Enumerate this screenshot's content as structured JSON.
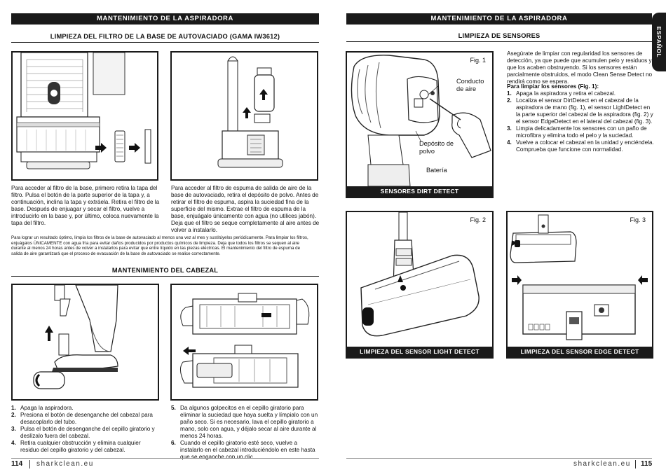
{
  "left": {
    "header": "MANTENIMIENTO DE LA ASPIRADORA",
    "filter_heading": "LIMPIEZA DEL FILTRO DE LA BASE DE AUTOVACIADO (GAMA IW3612)",
    "filter_text_1": "Para acceder al filtro de la base, primero retira la tapa del filtro. Pulsa el botón de la parte superior de la tapa y, a continuación, inclina la tapa y extráela. Retira el filtro de la base. Después de enjuagar y secar el filtro, vuelve a introducirlo en la base y, por último, coloca nuevamente la tapa del filtro.",
    "filter_text_2": "Para acceder al filtro de espuma de salida de aire de la base de autovaciado, retira el depósito de polvo. Antes de retirar el filtro de espuma, aspira la suciedad fina de la superficie del mismo. Extrae el filtro de espuma de la base, enjuágalo únicamente con agua (no utilices jabón). Deja que el filtro se seque completamente al aire antes de volver a instalarlo.",
    "filter_note": "Para lograr un resultado óptimo, limpia los filtros de la base de autovaciado al menos una vez al mes y sustitúyelos periódicamente. Para limpiar los filtros, enjuágalos ÚNICAMENTE con agua fría para evitar daños producidos por productos químicos de limpieza. Deja que todos los filtros se sequen al aire durante al menos 24 horas antes de volver a instalarlos para evitar que entre líquido en las piezas eléctricas. El mantenimiento del filtro de espuma de salida de aire garantizará que el proceso de evacuación de la base de autovaciado se realice correctamente.",
    "head_heading": "MANTENIMIENTO DEL CABEZAL",
    "steps_a": [
      {
        "n": "1.",
        "t": "Apaga la aspiradora."
      },
      {
        "n": "2.",
        "t": "Presiona el botón de desenganche del cabezal para desacoplarlo del tubo."
      },
      {
        "n": "3.",
        "t": "Pulsa el botón de desenganche del cepillo giratorio y deslízalo fuera del cabezal."
      },
      {
        "n": "4.",
        "t": "Retira cualquier obstrucción y elimina cualquier residuo del cepillo giratorio y del cabezal."
      }
    ],
    "steps_b": [
      {
        "n": "5.",
        "t": "Da algunos golpecitos en el cepillo giratorio para eliminar la suciedad que haya suelta y límpialo con un paño seco. Si es necesario, lava el cepillo giratorio a mano, solo con agua, y déjalo secar al aire durante al menos 24 horas."
      },
      {
        "n": "6.",
        "t": "Cuando el cepillo giratorio esté seco, vuelve a instalarlo en el cabezal introduciéndolo en este hasta que se enganche con un clic."
      }
    ],
    "page_number": "114",
    "site": "sharkclean.eu"
  },
  "right": {
    "header": "MANTENIMIENTO DE LA ASPIRADORA",
    "sensors_heading": "LIMPIEZA DE SENSORES",
    "intro": "Asegúrate de limpiar con regularidad los sensores de detección, ya que puede que acumulen pelo y residuos y que los acaben obstruyendo. Si los sensores están parcialmente obstruidos, el modo Clean Sense Detect no rendirá como se espera.",
    "steps_title": "Para limpiar los sensores (Fig. 1):",
    "steps": [
      {
        "n": "1.",
        "t": "Apaga la aspiradora y retira el cabezal."
      },
      {
        "n": "2.",
        "t": "Localiza el sensor DirtDetect en el cabezal de la aspiradora de mano (fig. 1), el sensor LightDetect en la parte superior del cabezal de la aspiradora (fig. 2) y el sensor EdgeDetect en el lateral del cabezal (fig. 3)."
      },
      {
        "n": "3.",
        "t": "Limpia delicadamente los sensores con un paño de microfibra y elimina todo el pelo y la suciedad."
      },
      {
        "n": "4.",
        "t": "Vuelve a colocar el cabezal en la unidad y enciéndela. Comprueba que funcione con normalidad."
      }
    ],
    "fig1": {
      "label": "Fig. 1",
      "conducto": "Conducto de aire",
      "deposito": "Depósito de polvo",
      "bateria": "Batería",
      "caption": "SENSORES DIRT DETECT"
    },
    "fig2": {
      "label": "Fig. 2",
      "caption": "LIMPIEZA DEL SENSOR LIGHT DETECT"
    },
    "fig3": {
      "label": "Fig. 3",
      "caption": "LIMPIEZA DEL SENSOR EDGE DETECT"
    },
    "page_number": "115",
    "site": "sharkclean.eu",
    "tab_label": "ESPAÑOL"
  }
}
